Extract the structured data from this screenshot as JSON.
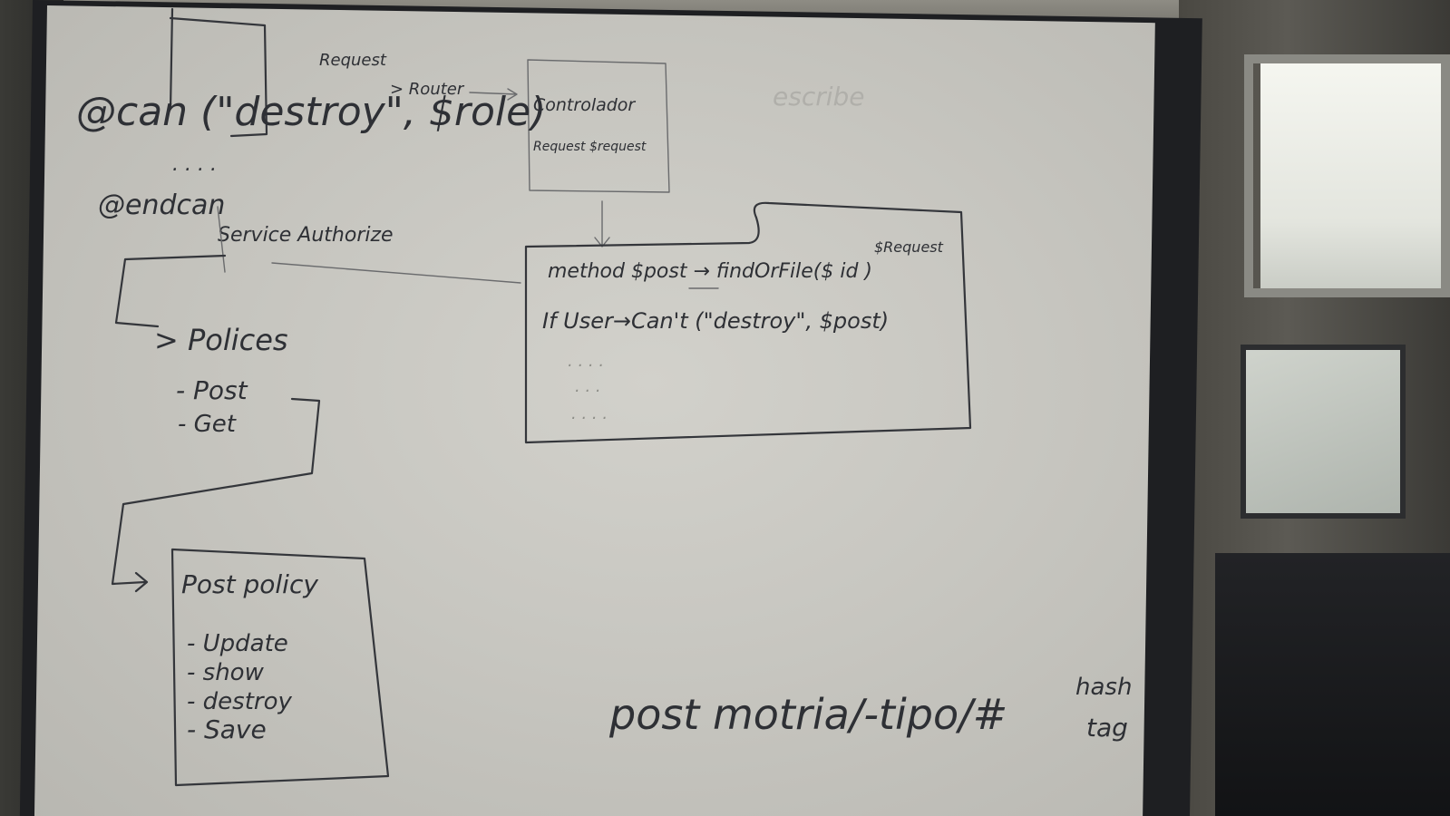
{
  "board": {
    "request": "Request",
    "router": "> Router",
    "controller_title": "Controlador",
    "controller_sub": "Request $request",
    "escribe": "escribe",
    "can_line": "@can (\"destroy\", $role)",
    "can_dots": ". . . .",
    "endcan_line": "@endcan",
    "service_authorize": "Service Authorize",
    "policies": "> Polices",
    "policy_items": [
      "- Post",
      "- Get"
    ],
    "method_line": "method   $post →  findOrFile($ id   )",
    "request_tag": "$Request",
    "if_line": "If User→Can't (\"destroy\", $post)",
    "dots": [
      ". . . .",
      ". . .",
      ". . . ."
    ],
    "postpolicy_title": "Post policy",
    "postpolicy_items": [
      "- Update",
      "- show",
      "- destroy",
      "- Save"
    ],
    "bottom_text": "post  motria/-tipo/#",
    "hash_word": "hash",
    "tag_word": "tag"
  }
}
